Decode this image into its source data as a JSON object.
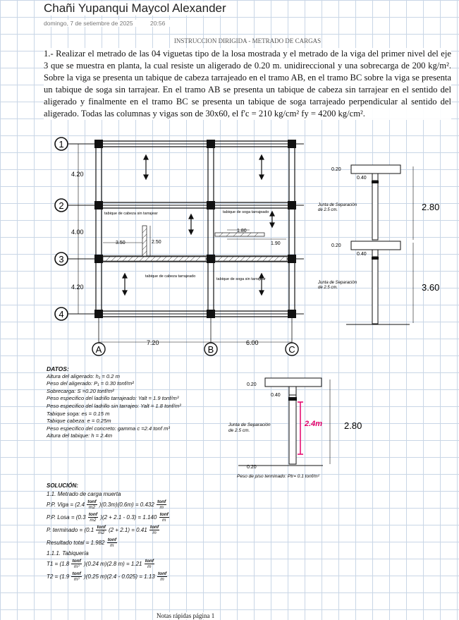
{
  "header": {
    "title": "Chañi Yupanqui Maycol Alexander",
    "date": "domingo, 7 de setiembre de 2025",
    "time": "20:56"
  },
  "cut_heading": "INSTRUCCION DIRIGIDA - METRADO DE CARGAS",
  "problem": {
    "text": "1.- Realizar el metrado de las 04 viguetas tipo de la losa mostrada y el metrado de la viga del primer nivel del eje 3 que se muestra en planta, la cual resiste un aligerado de 0.20 m. unidireccional y una sobrecarga de 200 kg/m². Sobre la viga se presenta un tabique de cabeza tarrajeado en el tramo AB, en el tramo BC sobre la viga se presenta un tabique de soga sin tarrajear. En el tramo AB se presenta un tabique de cabeza sin tarrajear en el sentido del aligerado y finalmente en el tramo BC se presenta un tabique de soga tarrajeado perpendicular al sentido del aligerado. Todas las columnas y vigas son de 30x60, el f'c = 210 kg/cm² fy = 4200 kg/cm²."
  },
  "plan": {
    "axes_rows": [
      "1",
      "2",
      "3",
      "4"
    ],
    "axes_cols": [
      "A",
      "B",
      "C"
    ],
    "row_spacings": [
      "4.20",
      "4.00",
      "4.20"
    ],
    "col_spacings": [
      "7.20",
      "6.00"
    ],
    "labels": {
      "tab_cabeza_sin": "tabique de cabeza sin tarrajear",
      "tab_soga_tar": "tabique de soga tarrajeado",
      "tab_cabeza_tar": "tabique de cabeza tarrajeado",
      "tab_soga_sin": "tabique de soga sin tarrajear",
      "dim_350": "3.50",
      "dim_250": "2.50",
      "dim_180": "1.80",
      "dim_190": "1.90"
    }
  },
  "section": {
    "slab_020_a": "0.20",
    "web_040_a": "0.40",
    "junta_a": "Junta de Separación de 2.5 cm.",
    "h_280": "2.80",
    "slab_020_b": "0.20",
    "web_040_b": "0.40",
    "junta_b": "Junta de Separación de 2.5 cm.",
    "h_360": "3.60"
  },
  "detail": {
    "slab_020": "0.20",
    "web_040": "0.40",
    "junta": "Junta de Separación de 2.5 cm.",
    "handwritten": "2.4m",
    "h_280": "2.80",
    "slab_020_bottom": "0.20",
    "piso": "Peso de piso terminado: Ptr= 0.1 tonf/m²"
  },
  "datos": {
    "heading": "DATOS:",
    "lines": [
      "Altura del aligerado: h₁ = 0.2 m",
      "Peso del aligerado: P₁ = 0.30 tonf/m²",
      "Sobrecarga: S =0.20 tonf/m²",
      "Peso especifico del ladrillo tarrajeado: Yalt = 1.9 tonf/m³",
      "Peso especifico del ladrillo sin tarrajeo: Yalt = 1.8 tonf/m³",
      "Tabique soga: es = 0.15 m",
      "Tabique cabeza: e = 0.25m",
      "Peso especifico del concreto: gamma c =2.4 tonf m³",
      "Altura del tabique: h = 2.4m"
    ]
  },
  "solucion": {
    "heading": "SOLUCIÓN:",
    "sub1": "1.1. Metrado de carga muerta",
    "viga_a": "P.P. Viga = (2.4",
    "viga_b": ")(0.3m)(0.6m)  = 0.432",
    "losa_a": "P.P. Losa = (0.3",
    "losa_b": ")(2 + 2.1 - 0.3) = 1.140",
    "term_a": "P. terminado = (0.1",
    "term_b": "(2 + 2.1) = 0.41",
    "total_a": "Resultado total = 1.982",
    "sub2": "1.1.1. Tabiquería",
    "t1_a": "T1 = (1.8",
    "t1_b": ")(0.24 m)(2.8 m) = 1.21",
    "t2_a": "T2 = (1.9",
    "t2_b": ")(0.25 m)(2.4 - 0.025) = 1.13",
    "u_tonf": "tonf",
    "u_m": "m",
    "u_m2": "m2",
    "u_m3": "m³"
  },
  "footer": "Notas rápidas página 1",
  "colors": {
    "handwriting": "#e4006a",
    "grid": "#c9d6e6"
  }
}
